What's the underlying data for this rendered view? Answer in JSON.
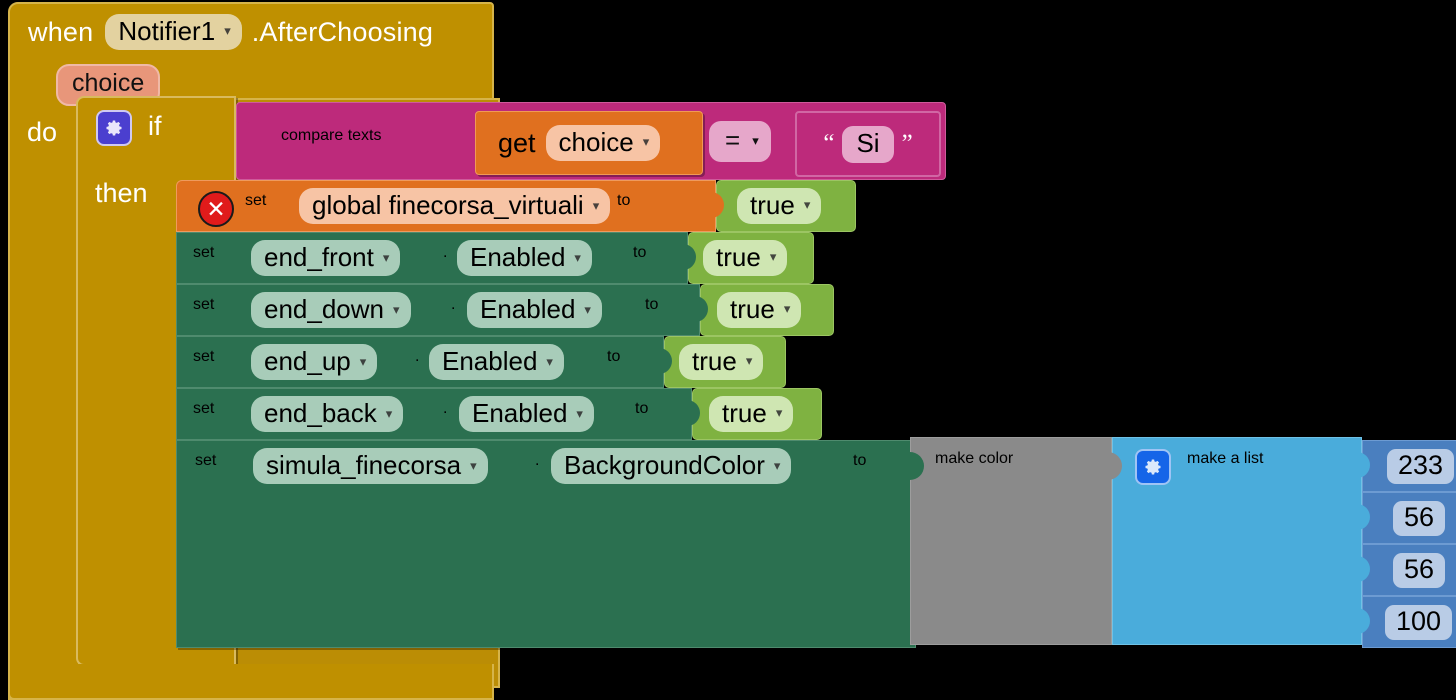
{
  "event": {
    "keyword_when": "when",
    "component": "Notifier1",
    "method": ".AfterChoosing",
    "parameter": "choice",
    "do_label": "do",
    "colors": {
      "block": "#bf9000",
      "field": "#e3d2a0",
      "param": "#e8967a"
    }
  },
  "control_if": {
    "if_label": "if",
    "then_label": "then",
    "gear_icon": "gear-icon",
    "color": "#bf9000"
  },
  "condition": {
    "compare_label": "compare texts",
    "get_label": "get",
    "get_variable": "choice",
    "operator": "=",
    "open_quote": "“",
    "close_quote": "”",
    "text_value": "Si",
    "colors": {
      "text_block": "#bd2a7b",
      "variable_block": "#e0701f",
      "field": "#e6a7ca"
    }
  },
  "statements": [
    {
      "kind": "set-global",
      "set_label": "set",
      "target": "global finecorsa_virtuali",
      "to_label": "to",
      "value": "true",
      "has_error_badge": true,
      "error_icon": "error-x-icon",
      "color": "#e0701f"
    },
    {
      "kind": "set-component",
      "set_label": "set",
      "component": "end_front",
      "dot": ".",
      "property": "Enabled",
      "to_label": "to",
      "value": "true",
      "color": "#2b7050"
    },
    {
      "kind": "set-component",
      "set_label": "set",
      "component": "end_down",
      "dot": ".",
      "property": "Enabled",
      "to_label": "to",
      "value": "true",
      "color": "#2b7050"
    },
    {
      "kind": "set-component",
      "set_label": "set",
      "component": "end_up",
      "dot": ".",
      "property": "Enabled",
      "to_label": "to",
      "value": "true",
      "color": "#2b7050"
    },
    {
      "kind": "set-component",
      "set_label": "set",
      "component": "end_back",
      "dot": ".",
      "property": "Enabled",
      "to_label": "to",
      "value": "true",
      "color": "#2b7050"
    }
  ],
  "color_statement": {
    "set_label": "set",
    "component": "simula_finecorsa",
    "dot": ".",
    "property": "BackgroundColor",
    "to_label": "to",
    "color": "#2b7050"
  },
  "make_color": {
    "label": "make color",
    "color": "#8a8a8a"
  },
  "make_a_list": {
    "label": "make a list",
    "gear_icon": "gear-icon",
    "color": "#4aacdb",
    "items": [
      "233",
      "56",
      "56",
      "100"
    ]
  },
  "dropdown_glyph": "▾"
}
